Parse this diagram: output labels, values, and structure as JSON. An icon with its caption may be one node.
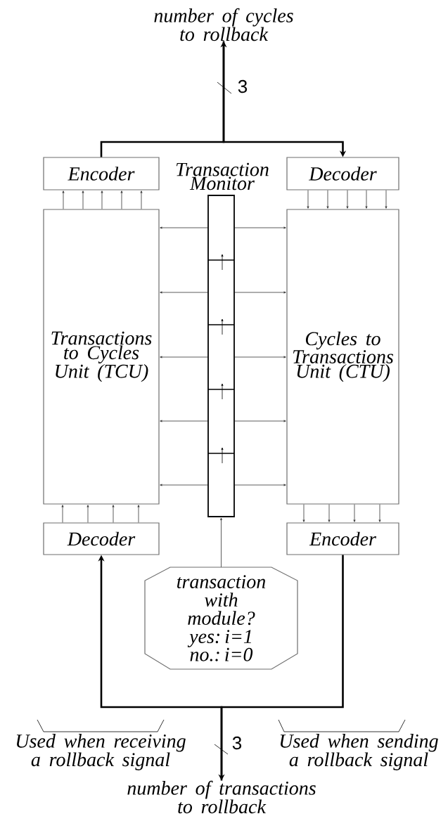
{
  "diagram": {
    "nodes": [
      {
        "text": [
          "number of cycles to rollback"
        ]
      },
      {
        "text": [
          "Encoder"
        ]
      },
      {
        "text": [
          "Decoder"
        ]
      },
      {
        "text": [
          "Transactions to Cycles Unit (TCU)"
        ]
      },
      {
        "text": [
          "Transaction Monitor"
        ]
      },
      {
        "text": [
          "Cycles to Transactions Unit (CTU)"
        ]
      },
      {
        "text": [
          "Decoder"
        ]
      },
      {
        "text": [
          "Encoder"
        ]
      },
      {
        "text": [
          "transaction with module?",
          "yes: i=1",
          "no.: i=0"
        ]
      },
      {
        "text": [
          "number of transactions to rollback"
        ]
      }
    ],
    "edges": [
      {
        "from": 1,
        "to": 0,
        "arrow": "to",
        "style": "thick"
      },
      {
        "from": 0,
        "to": 2,
        "arrow": "to",
        "style": "thick"
      },
      {
        "from": 7,
        "to": 9,
        "arrow": "to",
        "style": "thick"
      },
      {
        "from": 9,
        "to": 6,
        "arrow": "to",
        "style": "thick"
      },
      {
        "from": 3,
        "to": 1,
        "arrow": "to"
      },
      {
        "from": 3,
        "to": 1,
        "arrow": "to"
      },
      {
        "from": 3,
        "to": 1,
        "arrow": "to"
      },
      {
        "from": 3,
        "to": 1,
        "arrow": "to"
      },
      {
        "from": 3,
        "to": 1,
        "arrow": "to"
      },
      {
        "from": 2,
        "to": 5,
        "arrow": "to"
      },
      {
        "from": 2,
        "to": 5,
        "arrow": "to"
      },
      {
        "from": 2,
        "to": 5,
        "arrow": "to"
      },
      {
        "from": 2,
        "to": 5,
        "arrow": "to"
      },
      {
        "from": 2,
        "to": 5,
        "arrow": "to"
      },
      {
        "from": 4,
        "to": 3,
        "arrow": "to"
      },
      {
        "from": 4,
        "to": 3,
        "arrow": "to"
      },
      {
        "from": 4,
        "to": 3,
        "arrow": "to"
      },
      {
        "from": 4,
        "to": 3,
        "arrow": "to"
      },
      {
        "from": 4,
        "to": 3,
        "arrow": "to"
      },
      {
        "from": 4,
        "to": 5,
        "arrow": "to"
      },
      {
        "from": 4,
        "to": 5,
        "arrow": "to"
      },
      {
        "from": 4,
        "to": 5,
        "arrow": "to"
      },
      {
        "from": 4,
        "to": 5,
        "arrow": "to"
      },
      {
        "from": 4,
        "to": 5,
        "arrow": "to"
      },
      {
        "from": 6,
        "to": 3,
        "arrow": "to"
      },
      {
        "from": 6,
        "to": 3,
        "arrow": "to"
      },
      {
        "from": 6,
        "to": 3,
        "arrow": "to"
      },
      {
        "from": 6,
        "to": 3,
        "arrow": "to"
      },
      {
        "from": 5,
        "to": 7,
        "arrow": "to"
      },
      {
        "from": 5,
        "to": 7,
        "arrow": "to"
      },
      {
        "from": 5,
        "to": 7,
        "arrow": "to"
      },
      {
        "from": 5,
        "to": 7,
        "arrow": "to"
      },
      {
        "from": 8,
        "to": 4,
        "arrow": "to"
      }
    ],
    "labels": [
      "3",
      "Used when receiving a rollback signal",
      "3",
      "Used when sending a rollback signal"
    ]
  }
}
